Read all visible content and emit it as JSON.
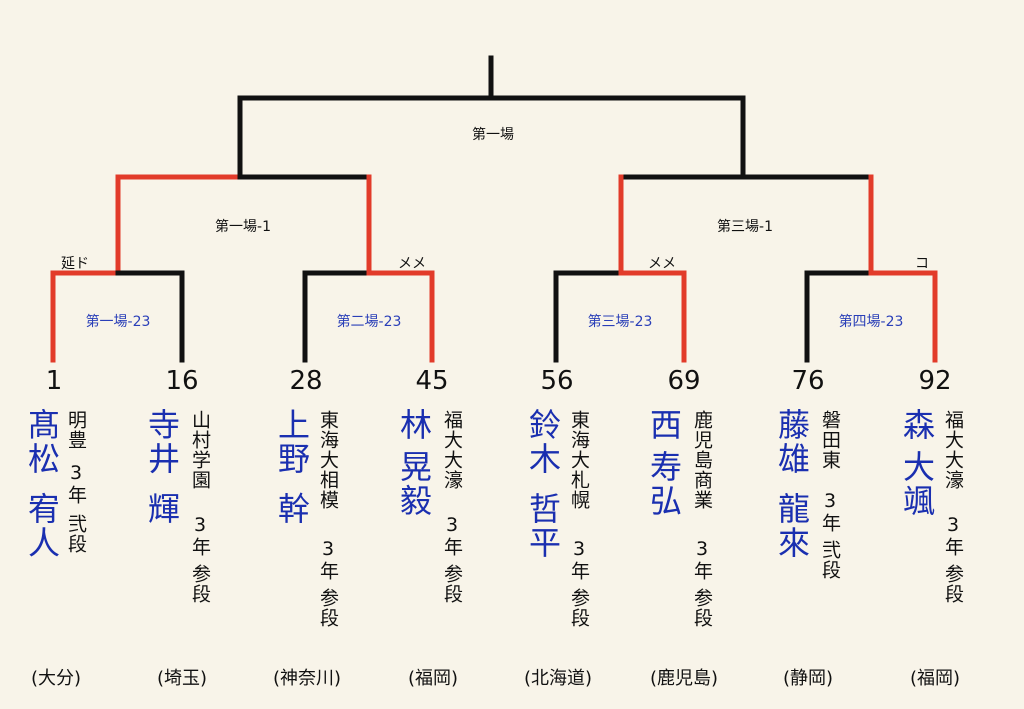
{
  "colors": {
    "background": "#f8f4e9",
    "line": "#111111",
    "winner_line": "#e23b2a",
    "name": "#1a2fb0",
    "match_label": "#2a3fb8"
  },
  "rounds": {
    "final": {
      "court": "第一場"
    },
    "semis": [
      {
        "court": "第一場-1"
      },
      {
        "court": "第三場-1"
      }
    ],
    "quarters": [
      {
        "label": "第一場-23",
        "result": "延ド"
      },
      {
        "label": "第二場-23",
        "result": "メメ"
      },
      {
        "label": "第三場-23",
        "result": "メメ"
      },
      {
        "label": "第四場-23",
        "result": "コ"
      }
    ]
  },
  "players": [
    {
      "seed": "1",
      "name_l1": "髙松",
      "name_l2": "宥人",
      "school": "明豊",
      "grade": "3年",
      "rank": "弐段",
      "pref": "(大分)"
    },
    {
      "seed": "16",
      "name_l1": "寺井",
      "name_l2": "輝",
      "school": "山村学園",
      "grade": "3年",
      "rank": "参段",
      "pref": "(埼玉)"
    },
    {
      "seed": "28",
      "name_l1": "上野",
      "name_l2": "幹",
      "school": "東海大相模",
      "grade": "3年",
      "rank": "参段",
      "pref": "(神奈川)"
    },
    {
      "seed": "45",
      "name_l1": "林",
      "name_l2": "晃毅",
      "school": "福大大濠",
      "grade": "3年",
      "rank": "参段",
      "pref": "(福岡)"
    },
    {
      "seed": "56",
      "name_l1": "鈴木",
      "name_l2": "哲平",
      "school": "東海大札幌",
      "grade": "3年",
      "rank": "参段",
      "pref": "(北海道)"
    },
    {
      "seed": "69",
      "name_l1": "西",
      "name_l2": "寿弘",
      "school": "鹿児島商業",
      "grade": "3年",
      "rank": "参段",
      "pref": "(鹿児島)"
    },
    {
      "seed": "76",
      "name_l1": "藤雄",
      "name_l2": "龍來",
      "school": "磐田東",
      "grade": "3年",
      "rank": "弐段",
      "pref": "(静岡)"
    },
    {
      "seed": "92",
      "name_l1": "森",
      "name_l2": "大颯",
      "school": "福大大濠",
      "grade": "3年",
      "rank": "参段",
      "pref": "(福岡)"
    }
  ]
}
